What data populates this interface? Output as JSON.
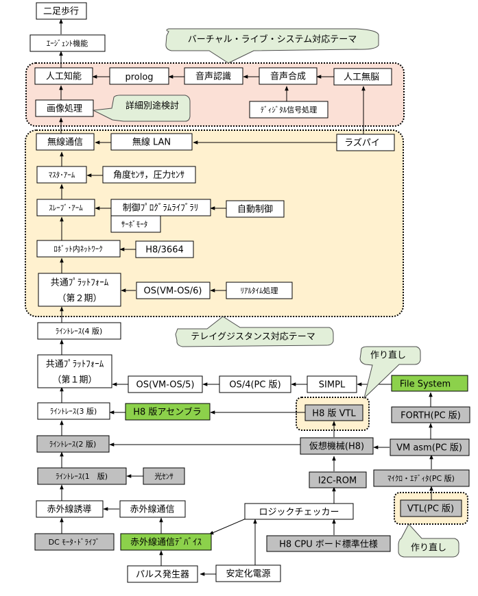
{
  "title": "ロボット開発テーマ系統図",
  "colors": {
    "region_virtual": "#fbe0d6",
    "region_telexistence": "#fff1cf",
    "done_gray": "#c0c0c0",
    "new_green": "#8cd14b",
    "callout": "#e2efd9"
  },
  "callouts": {
    "virtual_live": "バーチャル・ライブ・システム対応テーマ",
    "detail_later": "詳細別途検討",
    "telexistence": "テレイグジスタンス対応テーマ",
    "rebuild_top": "作り直し",
    "rebuild_bottom": "作り直し"
  },
  "nodes": {
    "biped": "二足歩行",
    "agent": "ｴｰｼﾞｪﾝﾄ機能",
    "ai": "人工知能",
    "prolog": "prolog",
    "speech_recog": "音声認識",
    "speech_synth": "音声合成",
    "artificial_brainless": "人工無脳",
    "dsp": "ﾃﾞｨｼﾞﾀﾙ信号処理",
    "image_proc": "画像処理",
    "wireless_comm": "無線通信",
    "wireless_lan": "無線 LAN",
    "raspi": "ラズパイ",
    "master_arm": "ﾏｽﾀ･ｱｰﾑ",
    "angle_sensor": "角度ｾﾝｻ，圧力ｾﾝｻ",
    "slave_arm": "ｽﾚｰﾌﾞ･ｱｰﾑ",
    "ctrl_lib": "制御ﾌﾟﾛｸﾞﾗﾑﾗｲﾌﾞﾗﾘ",
    "servo": "ｻｰﾎﾞﾓｰﾀ",
    "auto_ctrl": "自動制御",
    "robot_net": "ﾛﾎﾞｯﾄ内ﾈｯﾄﾜｰｸ",
    "h8_3664": "H8/3664",
    "platform2_line1": "共通ﾌﾟﾗｯﾄﾌｫｰﾑ",
    "platform2_line2": "（第２期）",
    "vmos6": "OS(VM-OS/6)",
    "realtime": "ﾘｱﾙﾀｲﾑ処理",
    "linetrace4": "ﾗｲﾝﾄﾚｰｽ(4 版)",
    "platform1_line1": "共通ﾌﾟﾗｯﾄﾌｫｰﾑ",
    "platform1_line2": "（第１期）",
    "vmos5": "OS(VM-OS/5)",
    "os4": "OS/4(PC 版)",
    "simpl": "SIMPL",
    "file_system": "File System",
    "linetrace3": "ﾗｲﾝﾄﾚｰｽ(3 版)",
    "h8_assembler": "H8 版アセンブラ",
    "h8_vtl": "H8 版 VTL",
    "forth": "FORTH(PC 版)",
    "linetrace2": "ﾗｲﾝﾄﾚｰｽ(2 版)",
    "vm_h8": "仮想機械(H8)",
    "vm_asm": "VM asm(PC 版)",
    "i2c_rom": "I2C-ROM",
    "micro_editor": "ﾏｲｸﾛ・ｴﾃﾞｨﾀ(PC 版)",
    "linetrace1": "ﾗｲﾝﾄﾚｰｽ(1　版)",
    "light_sensor": "光ｾﾝｻ",
    "vtl_pc": "VTL(PC 版)",
    "ir_guide": "赤外線誘導",
    "ir_comm": "赤外線通信",
    "logic_checker": "ロジックチェッカー",
    "dc_motor": "DC ﾓｰﾀ･ﾄﾞﾗｲﾌﾞ",
    "ir_device": "赤外線通信ﾃﾞﾊﾞｲｽ",
    "h8_cpu_board": "H8 CPU ボード標準仕様",
    "pulse_gen": "パルス発生器",
    "power_supply": "安定化電源"
  }
}
